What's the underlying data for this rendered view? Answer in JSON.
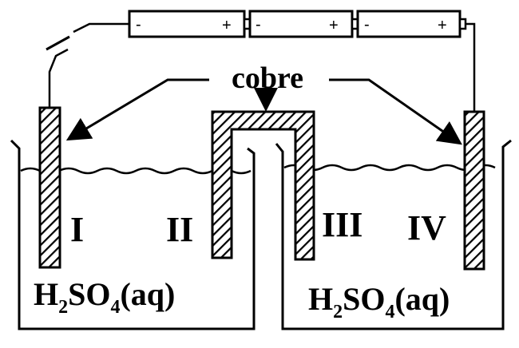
{
  "diagram": {
    "label_material": "cobre",
    "electrodes": [
      "I",
      "II",
      "III",
      "IV"
    ],
    "solution_left": {
      "main": "H",
      "sub1": "2",
      "mid": "SO",
      "sub2": "4",
      "tail": "(aq)"
    },
    "solution_right": {
      "main": "H",
      "sub1": "2",
      "mid": "SO",
      "sub2": "4",
      "tail": "(aq)"
    },
    "batteries": [
      {
        "neg": "-",
        "pos": "+"
      },
      {
        "neg": "-",
        "pos": "+"
      },
      {
        "neg": "-",
        "pos": "+"
      }
    ]
  }
}
